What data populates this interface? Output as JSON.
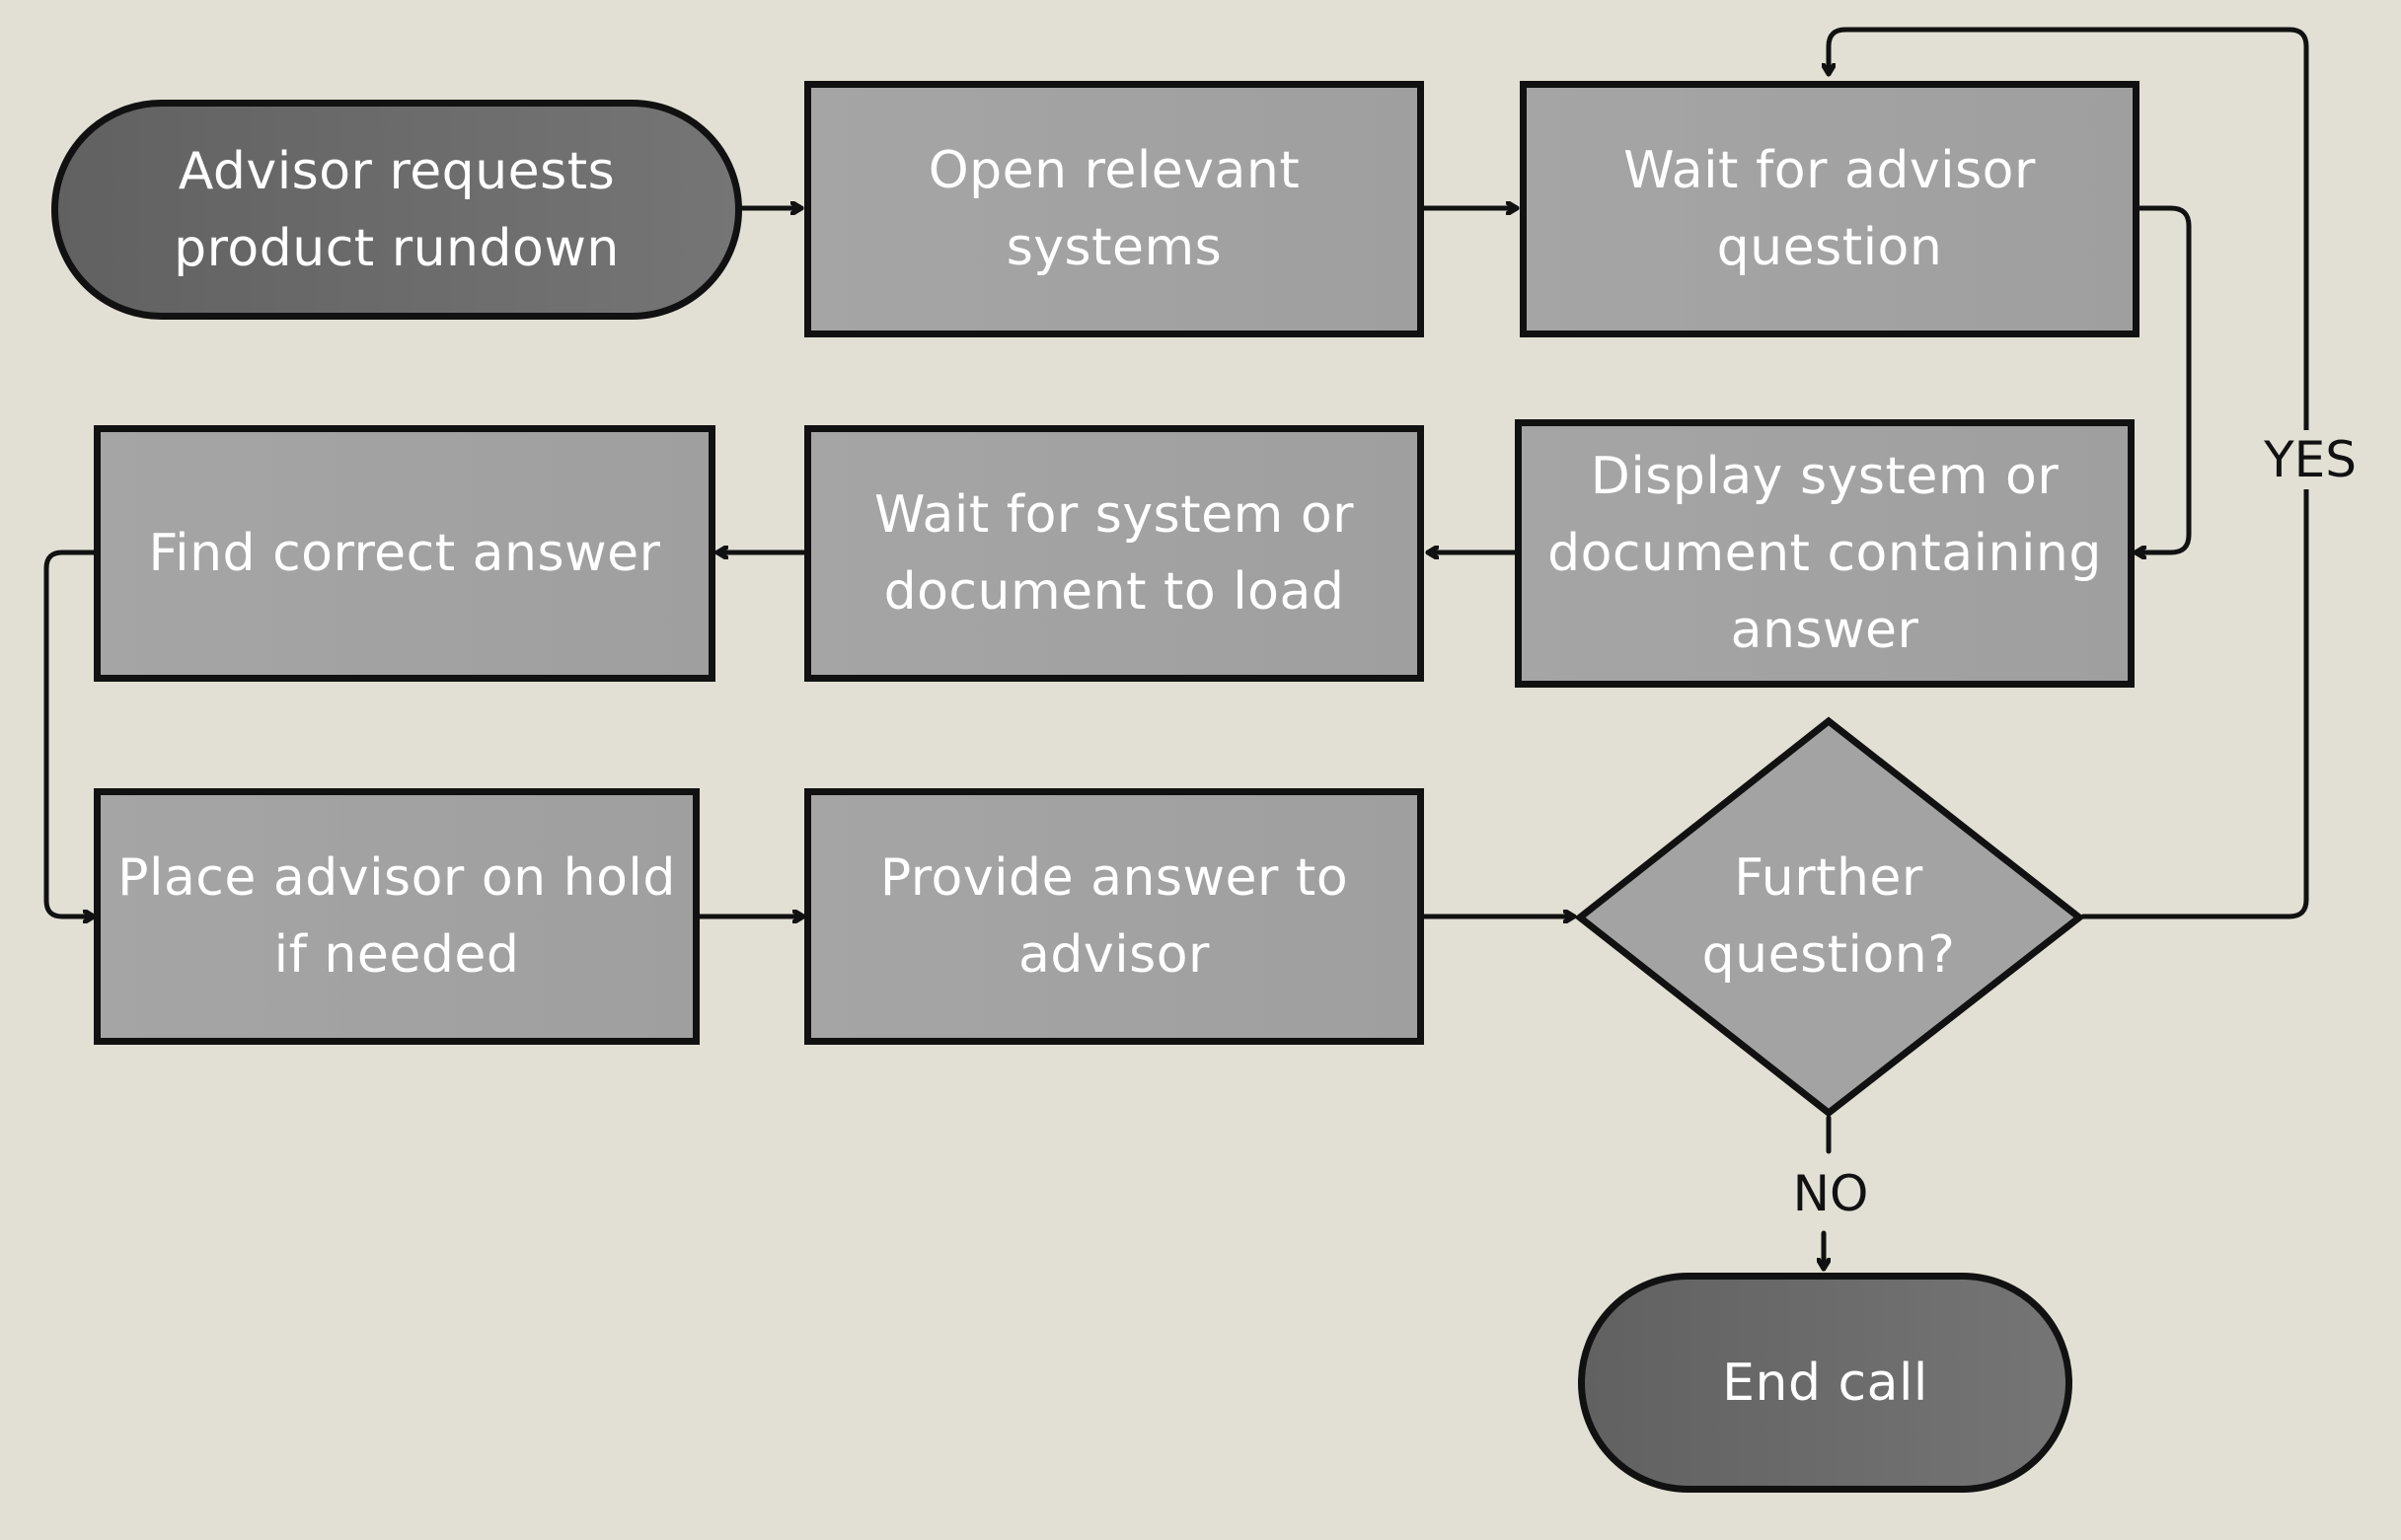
{
  "nodes": {
    "start": "Advisor requests\nproduct rundown",
    "open_systems": "Open relevant\nsystems",
    "wait_question": "Wait for advisor\nquestion",
    "display_system": "Display system or\ndocument containing\nanswer",
    "wait_load": "Wait for system or\ndocument to load",
    "find_answer": "Find correct answer",
    "place_hold": "Place advisor on hold\nif needed",
    "provide_answer": "Provide answer to\nadvisor",
    "decision": "Further\nquestion?",
    "end": "End call"
  },
  "edge_labels": {
    "yes": "YES",
    "no": "NO"
  },
  "colors": {
    "background": "#e2dfd4",
    "process_fill": "#a3a3a3",
    "terminal_fill": "#6b6b6b",
    "stroke": "#111111",
    "text": "#ffffff"
  }
}
